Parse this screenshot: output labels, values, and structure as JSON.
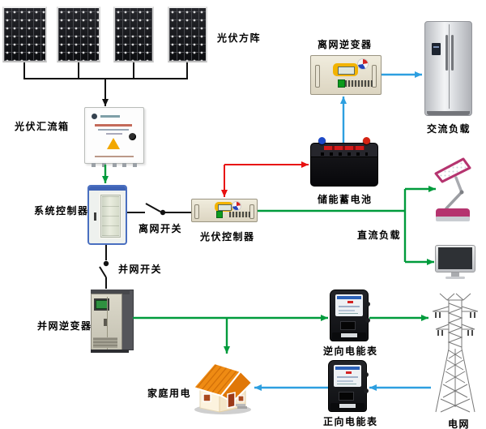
{
  "labels": {
    "pv_array": "光伏方阵",
    "pv_combiner_box": "光伏汇流箱",
    "system_controller": "系统控制器",
    "off_grid_switch": "离网开关",
    "pv_controller": "光伏控制器",
    "storage_battery": "储能蓄电池",
    "off_grid_inverter": "离网逆变器",
    "ac_load": "交流负载",
    "dc_load": "直流负载",
    "grid_tie_switch": "并网开关",
    "grid_tie_inverter": "并网逆变器",
    "household_power": "家庭用电",
    "reverse_energy_meter": "逆向电能表",
    "forward_energy_meter": "正向电能表",
    "power_grid": "电网"
  },
  "colors": {
    "wire": "#111111",
    "flow_green": "#009b3c",
    "flow_red": "#e81010",
    "flow_blue": "#2d9fe0"
  }
}
